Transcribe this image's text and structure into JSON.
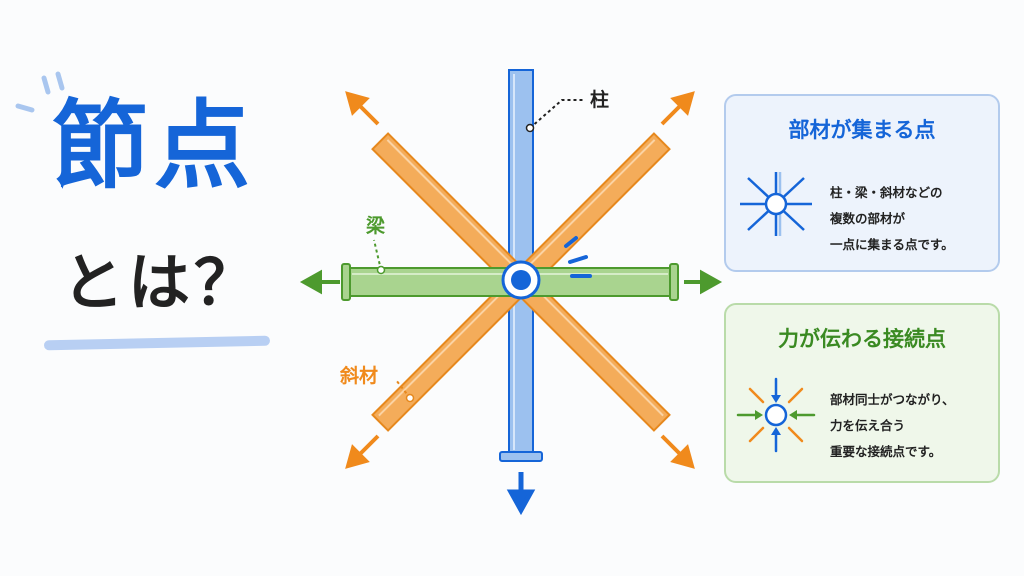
{
  "title": {
    "main": "節点",
    "sub": "とは？"
  },
  "diagram": {
    "label_column": "柱",
    "label_beam": "梁",
    "label_brace": "斜材"
  },
  "cards": [
    {
      "title": "部材が集まる点",
      "lines": [
        "柱・梁・斜材などの",
        "複数の部材が",
        "一点に集まる点です。"
      ]
    },
    {
      "title": "力が伝わる接続点",
      "lines": [
        "部材同士がつながり、",
        "力を伝え合う",
        "重要な接続点です。"
      ]
    }
  ],
  "colors": {
    "blue": "#1565d8",
    "column": "#9cc1ef",
    "beam": "#a9d48f",
    "brace": "#f4ac5a",
    "arrow_orange": "#f08a1c",
    "arrow_green": "#4d9a2e"
  }
}
